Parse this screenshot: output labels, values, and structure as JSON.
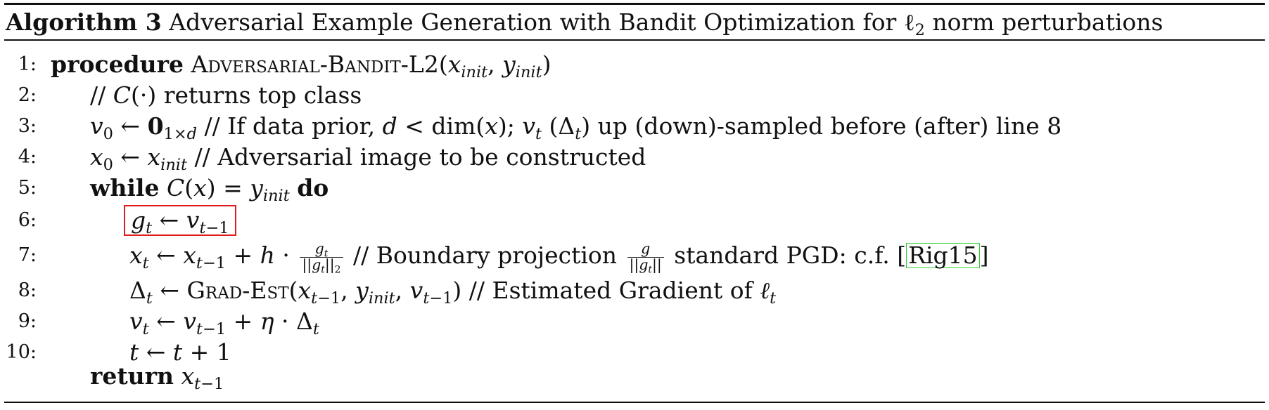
{
  "caption": {
    "label": "Algorithm 3",
    "title": "Adversarial Example Generation with Bandit Optimization for ℓ",
    "title_sub": "2",
    "title_tail": " norm perturbations"
  },
  "lines": [
    {
      "no": "1:"
    },
    {
      "no": "2:"
    },
    {
      "no": "3:"
    },
    {
      "no": "4:"
    },
    {
      "no": "5:"
    },
    {
      "no": "6:"
    },
    {
      "no": "7:"
    },
    {
      "no": "8:"
    },
    {
      "no": "9:"
    },
    {
      "no": "10:"
    }
  ],
  "text": {
    "procedure_kw": "procedure",
    "procedure_name": "Adversarial-Bandit-L2",
    "comment_c": "returns top class",
    "comment_prior_a": "If data prior,",
    "comment_prior_b": "up (down)-sampled before (after) line 8",
    "comment_adv": "Adversarial image to be constructed",
    "while_kw": "while",
    "do_kw": "do",
    "comment_boundary": "Boundary projection",
    "comment_pgd": "standard PGD: c.f.",
    "cite": "Rig15",
    "grad_est": "Grad-Est",
    "comment_grad": "Estimated Gradient of",
    "return_kw": "return"
  }
}
